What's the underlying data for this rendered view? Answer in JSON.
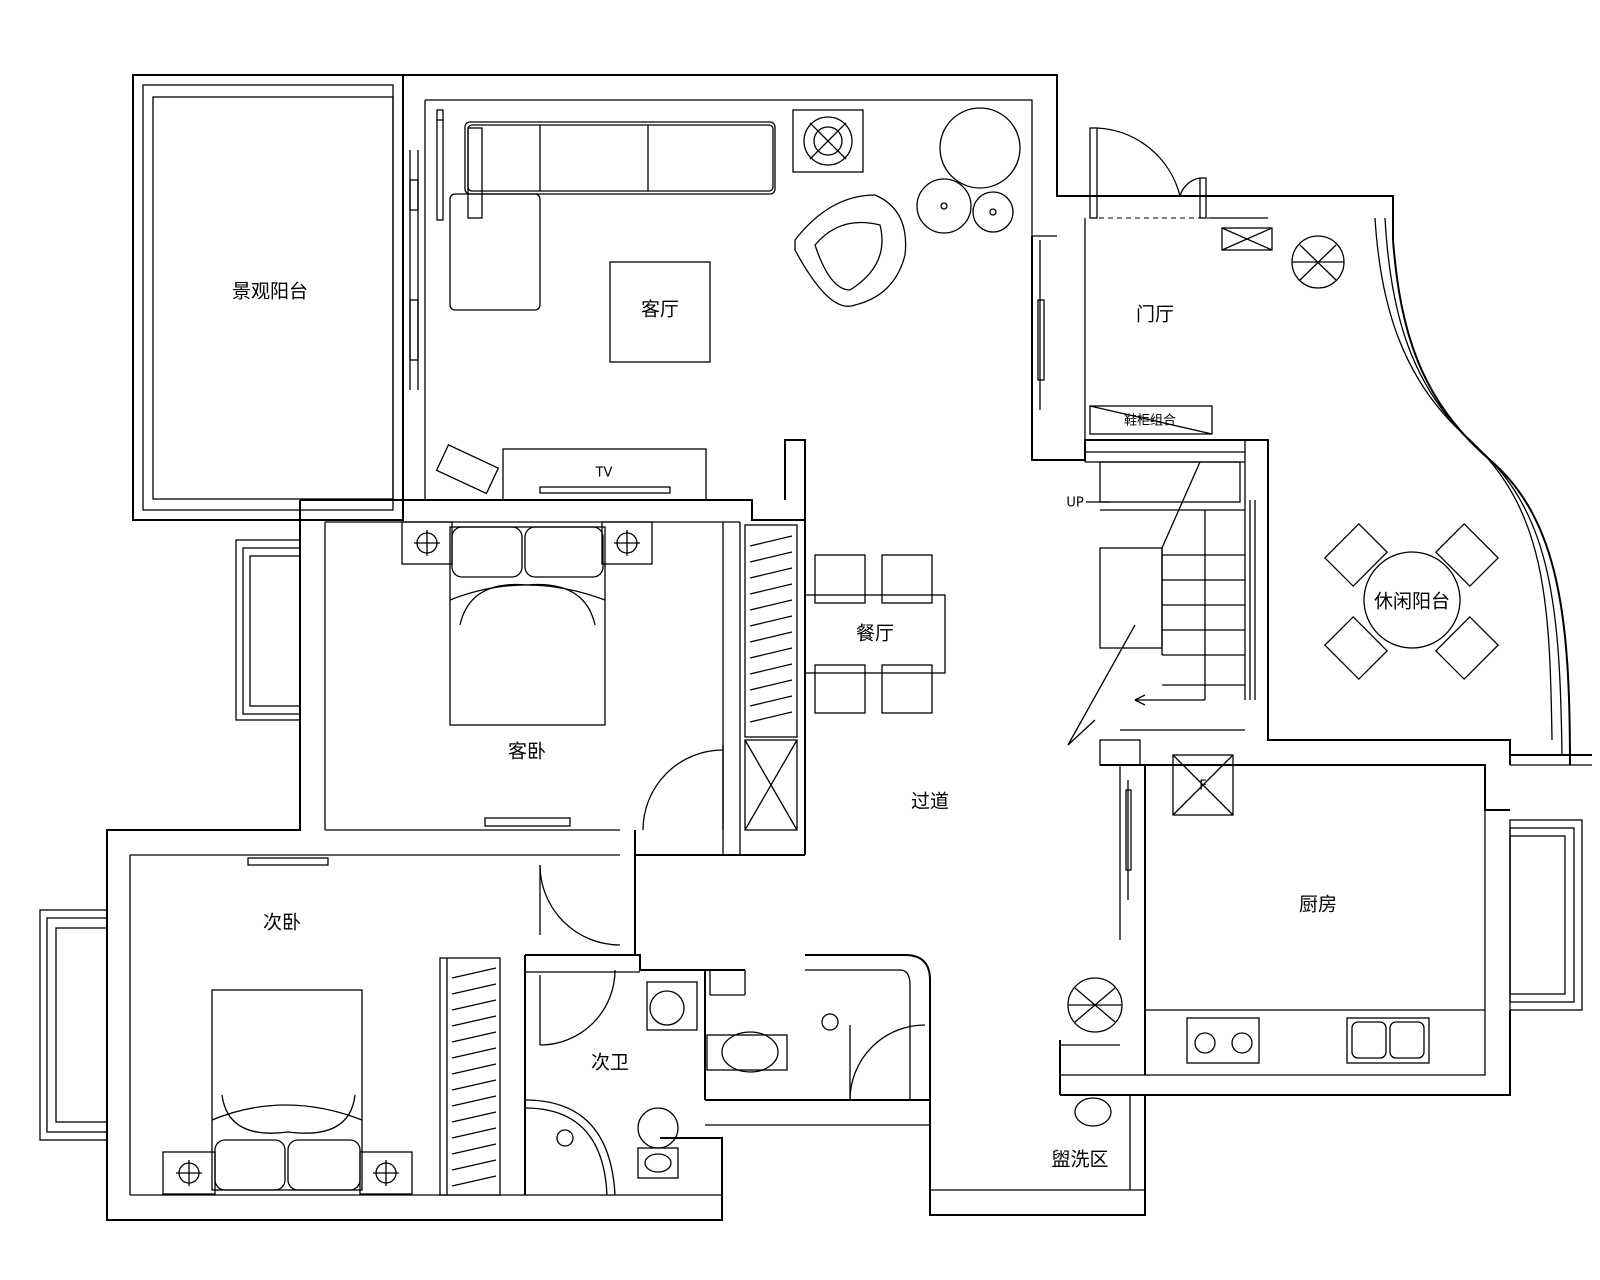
{
  "labels": {
    "view_balcony": "景观阳台",
    "living_room": "客厅",
    "entrance_hall": "门厅",
    "leisure_balcony": "休闲阳台",
    "dining_room": "餐厅",
    "guest_bedroom": "客卧",
    "corridor": "过道",
    "second_bedroom": "次卧",
    "second_bathroom": "次卫",
    "kitchen": "厨房",
    "wash_area": "盥洗区",
    "tv": "TV",
    "up": "UP",
    "shoe_cabinet": "鞋柜组合",
    "flue": "F"
  }
}
